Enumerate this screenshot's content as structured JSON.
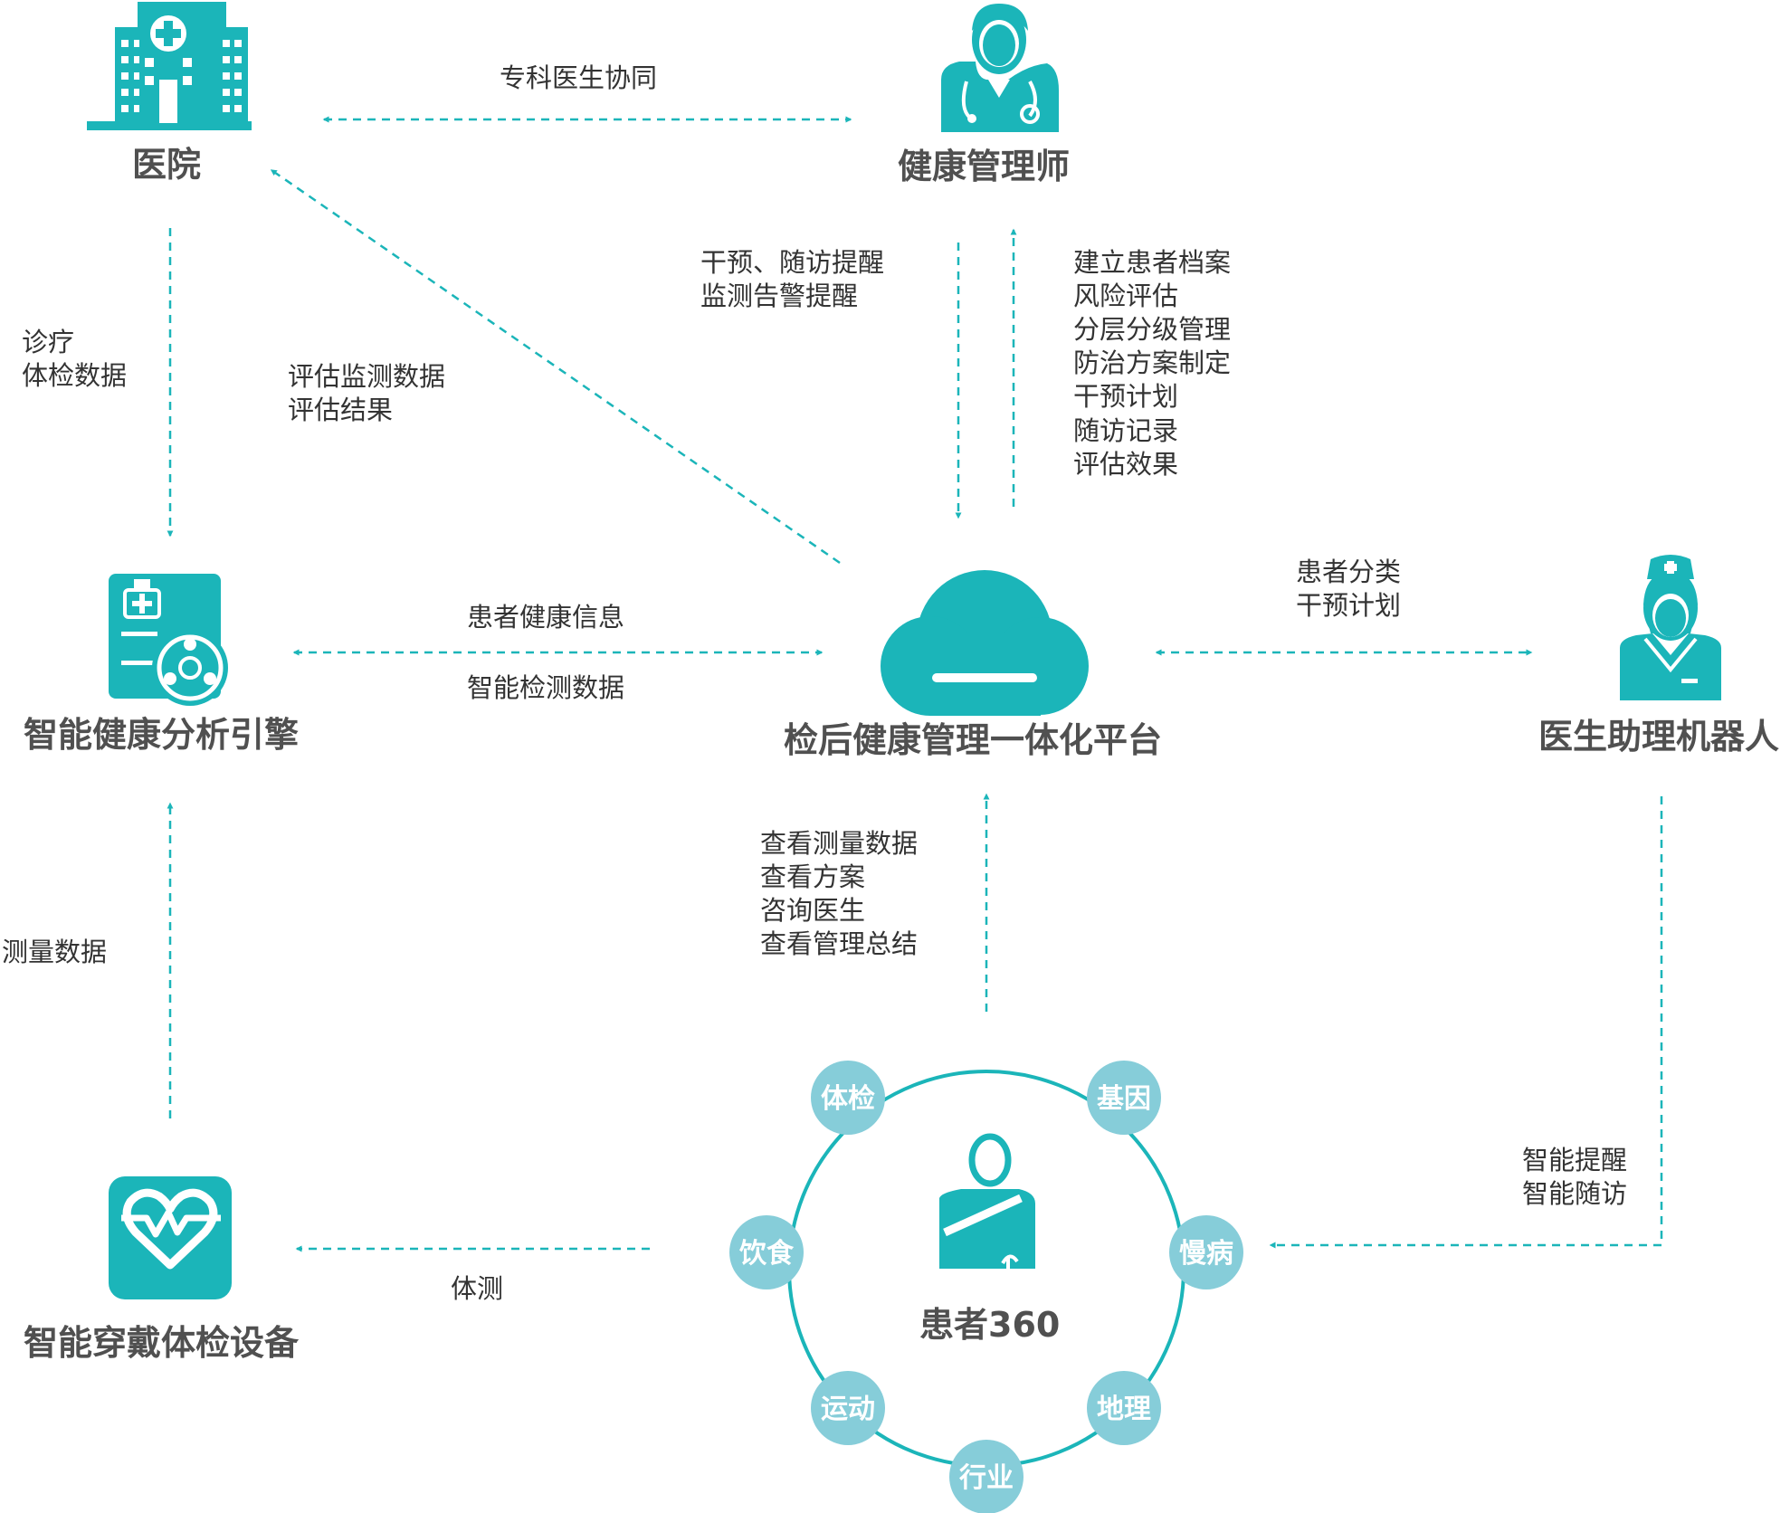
{
  "colors": {
    "accent": "#1bb5b9",
    "dimension_fill": "#86cdd9",
    "label": "#505050"
  },
  "nodes": {
    "hospital": {
      "label": "医院",
      "icon": "hospital-icon"
    },
    "health_manager": {
      "label": "健康管理师",
      "icon": "doctor-icon"
    },
    "engine": {
      "label": "智能健康分析引擎",
      "icon": "medical-analysis-icon"
    },
    "platform": {
      "label": "检后健康管理一体化平台",
      "icon": "cloud-icon"
    },
    "robot": {
      "label": "医生助理机器人",
      "icon": "nurse-icon"
    },
    "wearable": {
      "label": "智能穿戴体检设备",
      "icon": "heart-rate-icon"
    }
  },
  "patient360": {
    "label": "患者360",
    "icon": "patient-icon",
    "dimensions": [
      "体检",
      "基因",
      "慢病",
      "地理",
      "行业",
      "运动",
      "饮食"
    ]
  },
  "edges": {
    "hospital_manager": "专科医生协同",
    "hospital_engine": [
      "诊疗",
      "体检数据"
    ],
    "platform_hospital": [
      "评估监测数据",
      "评估结果"
    ],
    "manager_to_platform": [
      "干预、随访提醒",
      "监测告警提醒"
    ],
    "platform_to_manager": [
      "建立患者档案",
      "风险评估",
      "分层分级管理",
      "防治方案制定",
      "干预计划",
      "随访记录",
      "评估效果"
    ],
    "engine_platform_top": "患者健康信息",
    "engine_platform_bottom": "智能检测数据",
    "platform_robot": [
      "患者分类",
      "干预计划"
    ],
    "patient_to_platform": [
      "查看测量数据",
      "查看方案",
      "咨询医生",
      "查看管理总结"
    ],
    "wearable_to_engine": "测量数据",
    "patient_to_wearable": "体测",
    "robot_to_patient": [
      "智能提醒",
      "智能随访"
    ]
  }
}
